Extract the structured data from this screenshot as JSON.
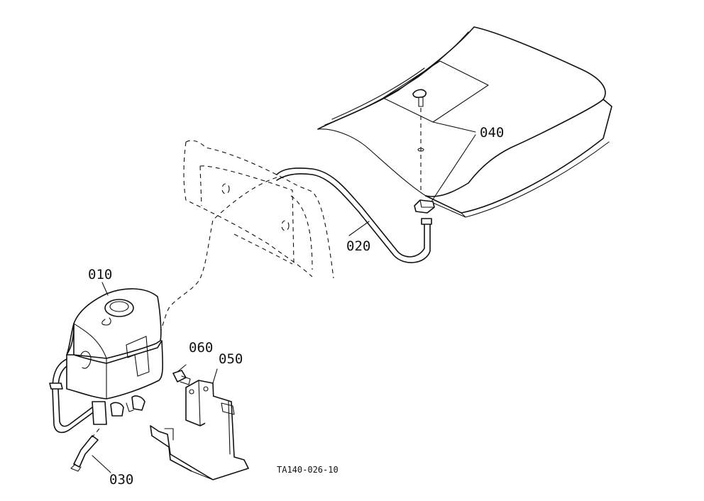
{
  "labels": {
    "p010": "010",
    "p020": "020",
    "p030": "030",
    "p040": "040",
    "p050": "050",
    "p060": "060"
  },
  "drawing_code": "TA140-026-10"
}
